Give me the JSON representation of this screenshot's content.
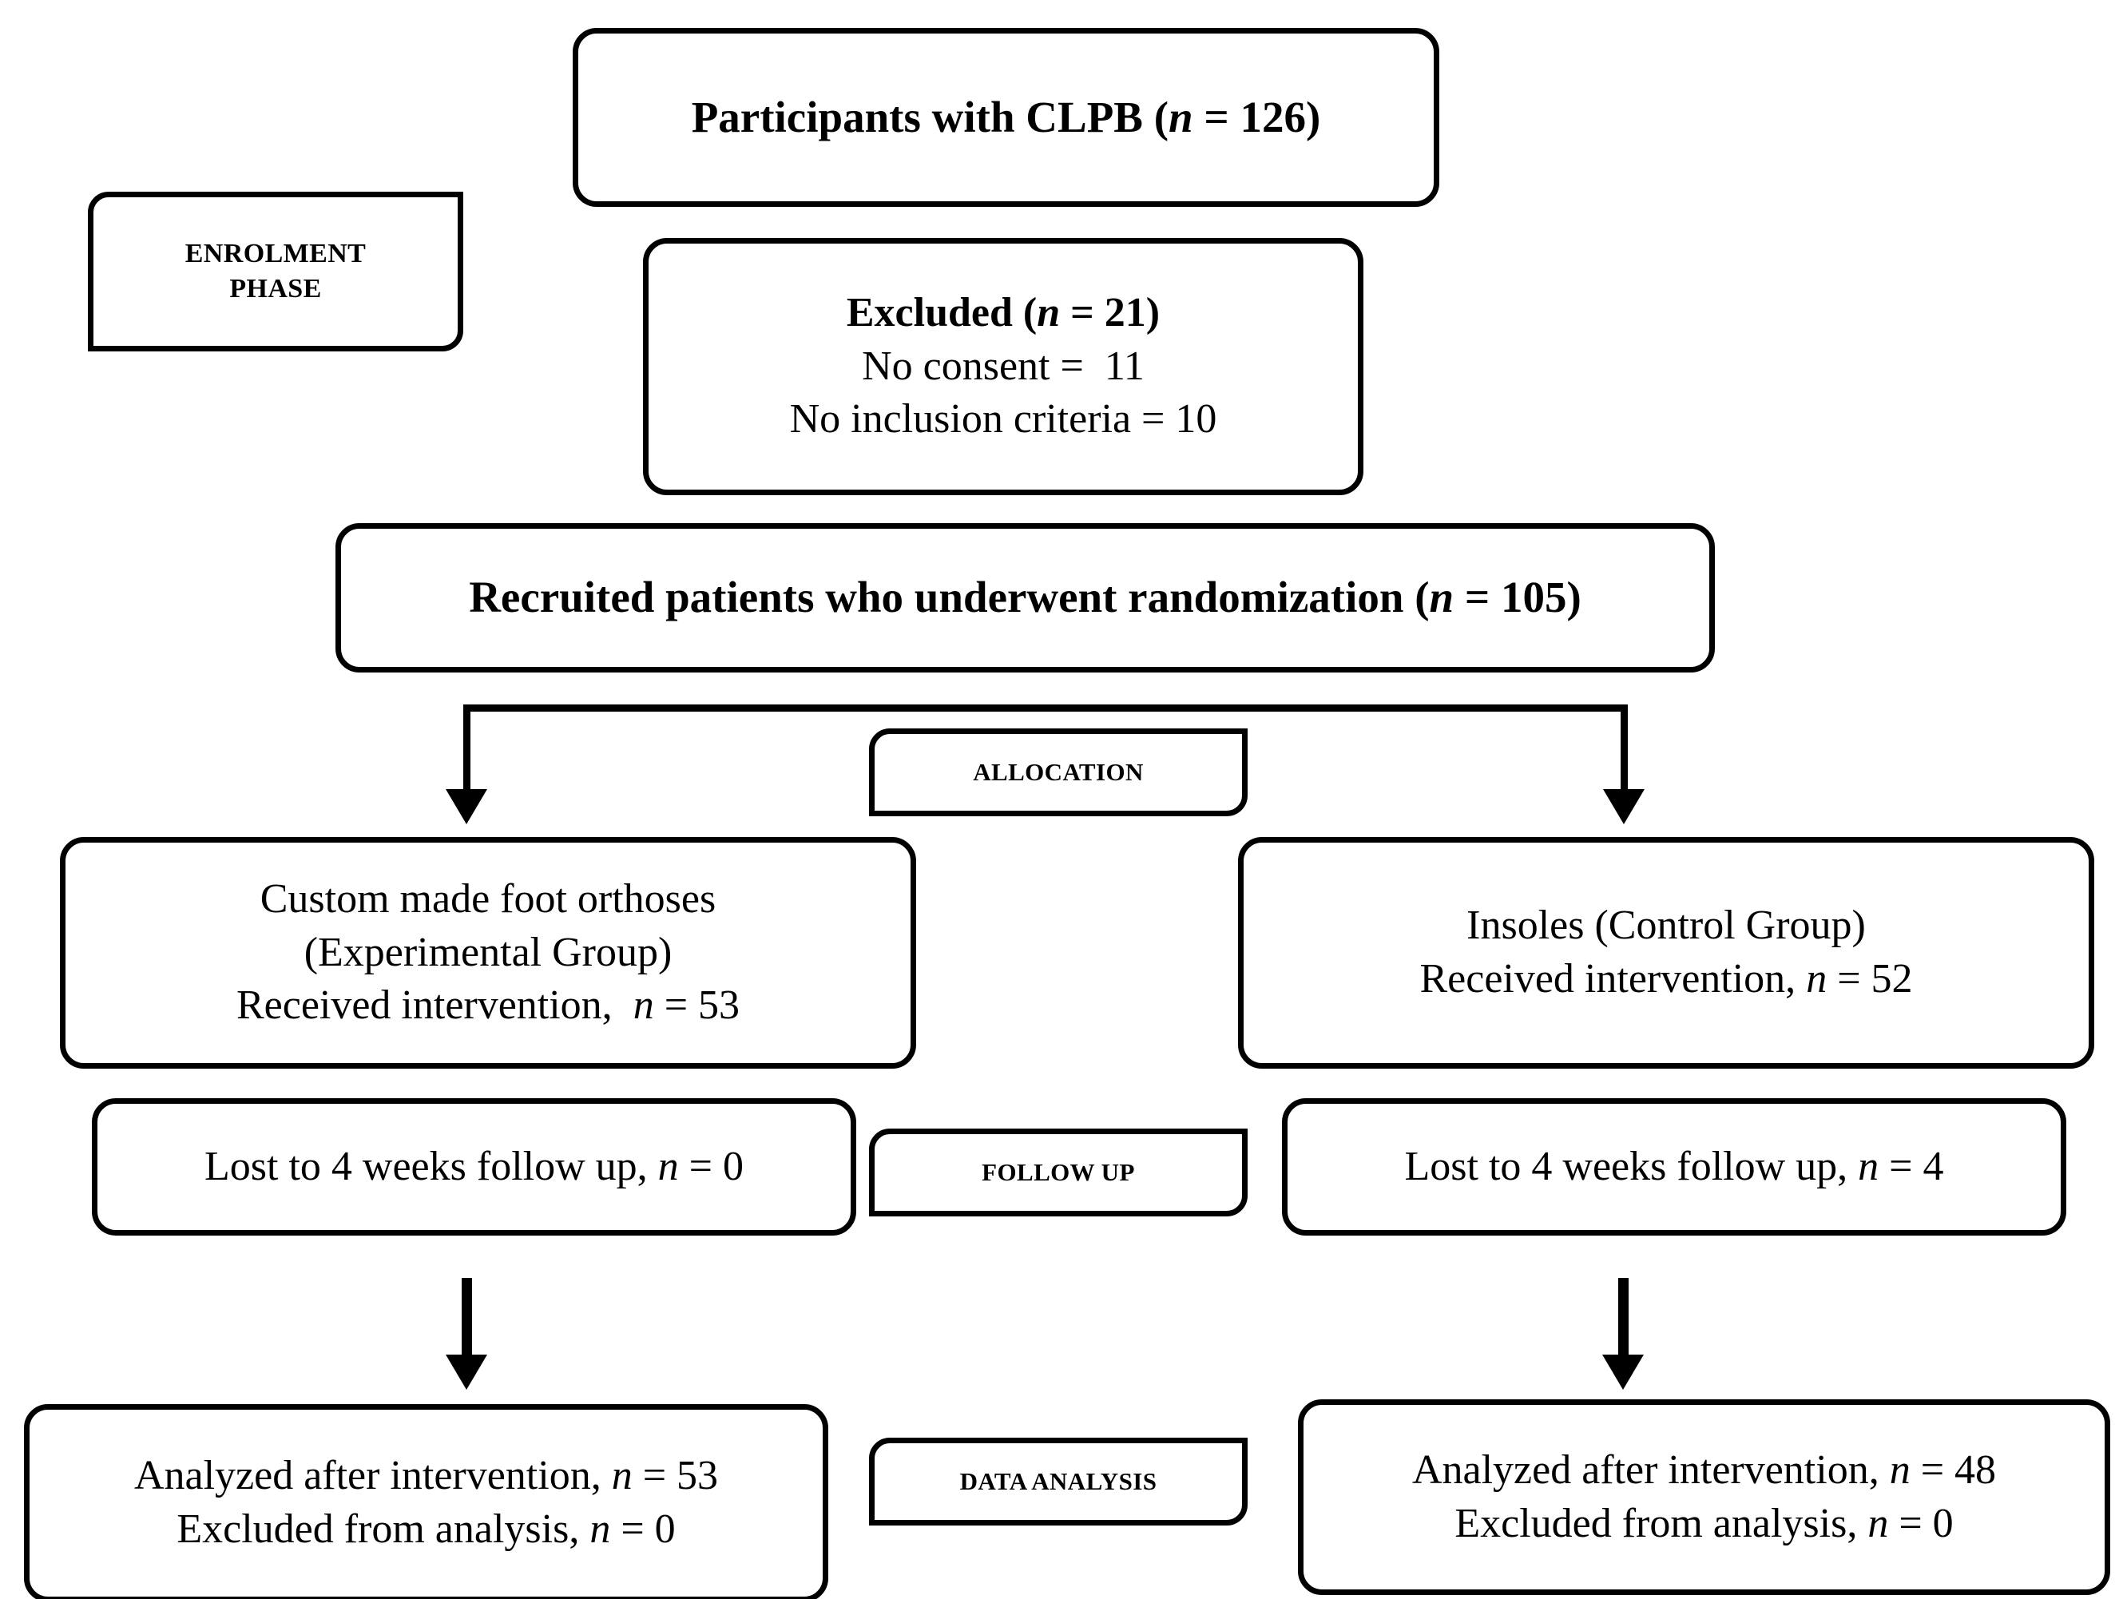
{
  "diagram": {
    "title": "CONSORT participant flow diagram",
    "accent_color": "#000000",
    "background_color": "#ffffff"
  },
  "phases": {
    "enrolment_line1": "ENROLMENT",
    "enrolment_line2": "PHASE",
    "allocation": "ALLOCATION",
    "followup": "FOLLOW UP",
    "data_analysis": "DATA ANALYSIS"
  },
  "nodes": {
    "participants": {
      "text_prefix": "Participants with CLPB (",
      "n_symbol": "n",
      "text_suffix": " = 126)"
    },
    "excluded": {
      "heading_prefix": "Excluded (",
      "heading_n": "n",
      "heading_suffix": " = 21)",
      "line1": "No consent =  11",
      "line2": "No inclusion criteria = 10"
    },
    "recruited": {
      "text_prefix": "Recruited patients who underwent randomization (",
      "n_symbol": "n",
      "text_suffix": " = 105)"
    },
    "experimental_group": {
      "line1": "Custom made foot orthoses",
      "line2": "(Experimental Group)",
      "line3_prefix": "Received intervention,  ",
      "line3_n": "n",
      "line3_suffix": " = 53"
    },
    "control_group": {
      "line1": "Insoles (Control Group)",
      "line2_prefix": "Received intervention, ",
      "line2_n": "n",
      "line2_suffix": " = 52"
    },
    "experimental_lost": {
      "text_prefix": "Lost to 4 weeks follow up, ",
      "n_symbol": "n",
      "text_suffix": " = 0"
    },
    "control_lost": {
      "text_prefix": "Lost to 4 weeks follow up, ",
      "n_symbol": "n",
      "text_suffix": " = 4"
    },
    "experimental_analysis": {
      "line1_prefix": "Analyzed after intervention, ",
      "line1_n": "n",
      "line1_suffix": " = 53",
      "line2_prefix": "Excluded from analysis, ",
      "line2_n": "n",
      "line2_suffix": " = 0"
    },
    "control_analysis": {
      "line1_prefix": "Analyzed after intervention, ",
      "line1_n": "n",
      "line1_suffix": " = 48",
      "line2_prefix": "Excluded from analysis, ",
      "line2_n": "n",
      "line2_suffix": " = 0"
    }
  },
  "chart_data": {
    "type": "flowchart",
    "title": "CONSORT flow diagram of participants with CLPB",
    "phases": [
      "ENROLMENT PHASE",
      "ALLOCATION",
      "FOLLOW UP",
      "DATA ANALYSIS"
    ],
    "counts": {
      "assessed_participants": 126,
      "excluded_total": 21,
      "excluded_no_consent": 11,
      "excluded_no_inclusion_criteria": 10,
      "randomized": 105,
      "experimental_received_intervention": 53,
      "control_received_intervention": 52,
      "experimental_lost_to_followup_4weeks": 0,
      "control_lost_to_followup_4weeks": 4,
      "experimental_analyzed": 53,
      "experimental_excluded_from_analysis": 0,
      "control_analyzed": 48,
      "control_excluded_from_analysis": 0
    },
    "arms": [
      "Custom made foot orthoses (Experimental Group)",
      "Insoles (Control Group)"
    ]
  }
}
